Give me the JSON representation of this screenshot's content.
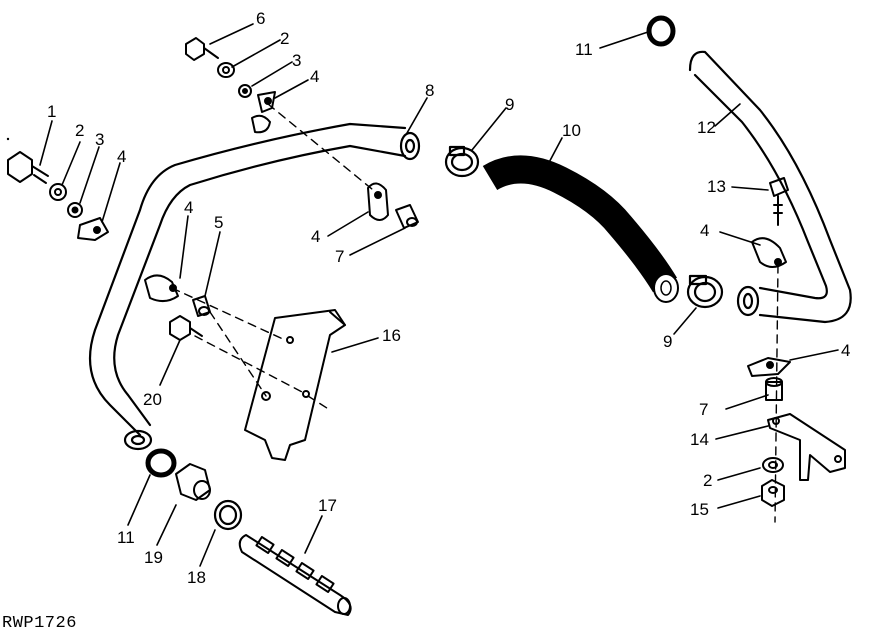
{
  "figure": {
    "reference_code": "RWP1726",
    "callouts": [
      {
        "id": "c1",
        "number": "1"
      },
      {
        "id": "c2a",
        "number": "2"
      },
      {
        "id": "c3a",
        "number": "3"
      },
      {
        "id": "c4a",
        "number": "4"
      },
      {
        "id": "c6",
        "number": "6"
      },
      {
        "id": "c2b",
        "number": "2"
      },
      {
        "id": "c3b",
        "number": "3"
      },
      {
        "id": "c4b",
        "number": "4"
      },
      {
        "id": "c8",
        "number": "8"
      },
      {
        "id": "c9a",
        "number": "9"
      },
      {
        "id": "c10",
        "number": "10"
      },
      {
        "id": "c11a",
        "number": "11"
      },
      {
        "id": "c12",
        "number": "12"
      },
      {
        "id": "c13",
        "number": "13"
      },
      {
        "id": "c4c",
        "number": "4"
      },
      {
        "id": "c4d",
        "number": "4"
      },
      {
        "id": "c7a",
        "number": "7"
      },
      {
        "id": "c4e",
        "number": "4"
      },
      {
        "id": "c5",
        "number": "5"
      },
      {
        "id": "c16",
        "number": "16"
      },
      {
        "id": "c20",
        "number": "20"
      },
      {
        "id": "c9b",
        "number": "9"
      },
      {
        "id": "c4f",
        "number": "4"
      },
      {
        "id": "c7b",
        "number": "7"
      },
      {
        "id": "c14",
        "number": "14"
      },
      {
        "id": "c2c",
        "number": "2"
      },
      {
        "id": "c15",
        "number": "15"
      },
      {
        "id": "c11b",
        "number": "11"
      },
      {
        "id": "c19",
        "number": "19"
      },
      {
        "id": "c18",
        "number": "18"
      },
      {
        "id": "c17",
        "number": "17"
      }
    ]
  }
}
